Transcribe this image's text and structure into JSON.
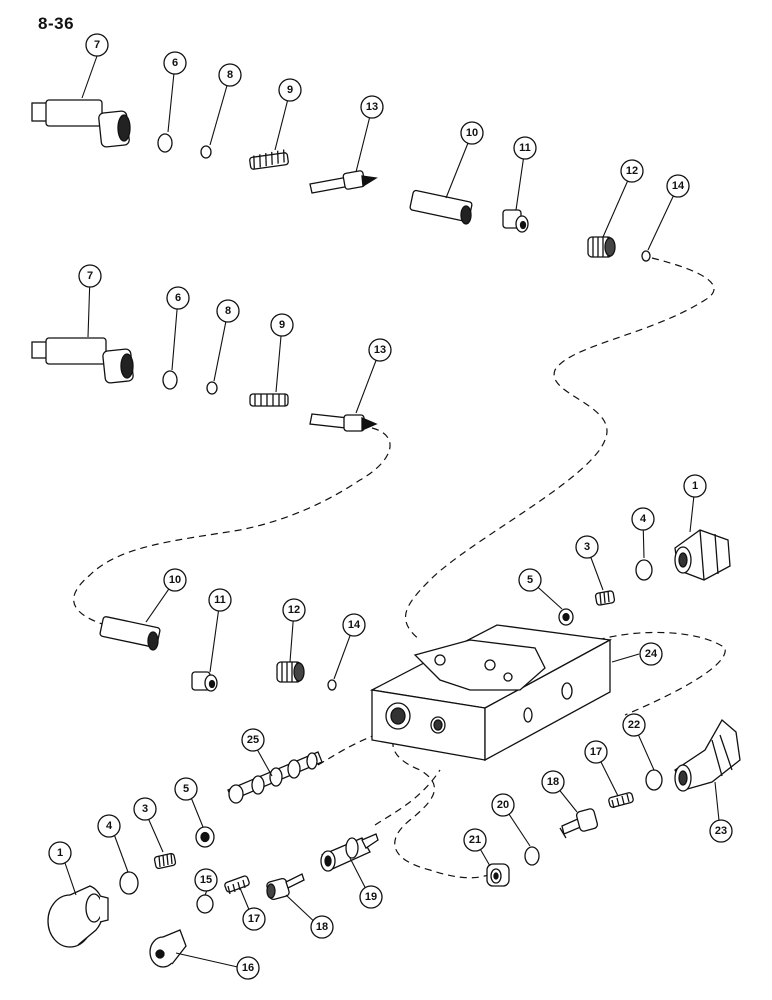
{
  "page_number": "8-36",
  "colors": {
    "ink": "#111111",
    "paper": "#ffffff"
  },
  "callouts": [
    {
      "id": "c-top-7",
      "label": "7"
    },
    {
      "id": "c-top-6",
      "label": "6"
    },
    {
      "id": "c-top-8",
      "label": "8"
    },
    {
      "id": "c-top-9",
      "label": "9"
    },
    {
      "id": "c-top-13",
      "label": "13"
    },
    {
      "id": "c-top-10",
      "label": "10"
    },
    {
      "id": "c-top-11",
      "label": "11"
    },
    {
      "id": "c-top-12",
      "label": "12"
    },
    {
      "id": "c-top-14",
      "label": "14"
    },
    {
      "id": "c-mid-7",
      "label": "7"
    },
    {
      "id": "c-mid-6",
      "label": "6"
    },
    {
      "id": "c-mid-8",
      "label": "8"
    },
    {
      "id": "c-mid-9",
      "label": "9"
    },
    {
      "id": "c-mid-13",
      "label": "13"
    },
    {
      "id": "c-r-1",
      "label": "1"
    },
    {
      "id": "c-r-4",
      "label": "4"
    },
    {
      "id": "c-r-3",
      "label": "3"
    },
    {
      "id": "c-r-5",
      "label": "5"
    },
    {
      "id": "c-l-10",
      "label": "10"
    },
    {
      "id": "c-l-11",
      "label": "11"
    },
    {
      "id": "c-l-12",
      "label": "12"
    },
    {
      "id": "c-l-14",
      "label": "14"
    },
    {
      "id": "c-24",
      "label": "24"
    },
    {
      "id": "c-25",
      "label": "25"
    },
    {
      "id": "c-22",
      "label": "22"
    },
    {
      "id": "c-17r",
      "label": "17"
    },
    {
      "id": "c-18r",
      "label": "18"
    },
    {
      "id": "c-20",
      "label": "20"
    },
    {
      "id": "c-21",
      "label": "21"
    },
    {
      "id": "c-23",
      "label": "23"
    },
    {
      "id": "c-bl-1",
      "label": "1"
    },
    {
      "id": "c-bl-4",
      "label": "4"
    },
    {
      "id": "c-bl-3",
      "label": "3"
    },
    {
      "id": "c-bl-5",
      "label": "5"
    },
    {
      "id": "c-15",
      "label": "15"
    },
    {
      "id": "c-16",
      "label": "16"
    },
    {
      "id": "c-17b",
      "label": "17"
    },
    {
      "id": "c-18b",
      "label": "18"
    },
    {
      "id": "c-19",
      "label": "19"
    }
  ]
}
